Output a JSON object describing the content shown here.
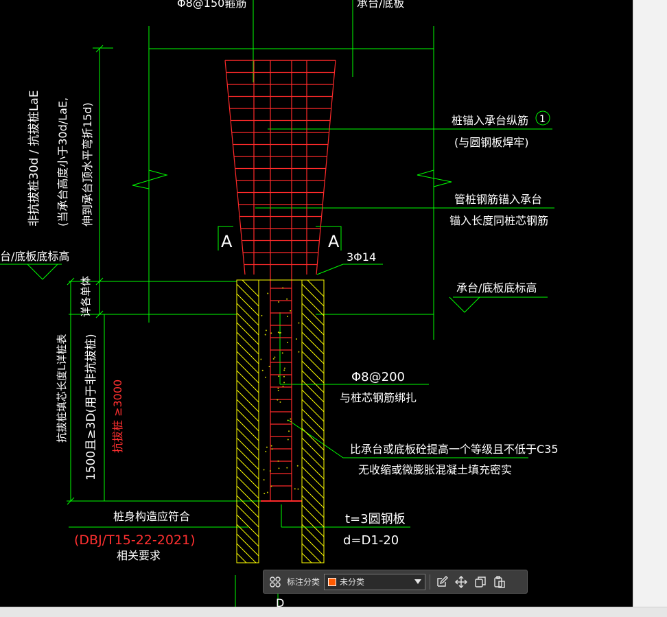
{
  "drawing": {
    "colors": {
      "background": "#000000",
      "dimension": "#00ff00",
      "annotation": "#ffffff",
      "rebar": "#ff2020",
      "concrete": "#ffff00",
      "note_red": "#ff3030"
    },
    "texts": {
      "top_left_partial": "Φ8@150箍筋",
      "top_right_partial": "承台/底板",
      "anchor_note_1": "桩锚入承台纵筋",
      "anchor_note_1b": "(与圆钢板焊牢)",
      "circle_num": "1",
      "anchor_note_2": "管桩钢筋锚入承台",
      "anchor_note_2b": "锚入长度同桩芯钢筋",
      "section_left": "A",
      "section_right": "A",
      "bars_3phi14": "3Φ14",
      "left_elev": "台/底板底标高",
      "right_elev": "承台/底板底标高",
      "vert_dim_1a": "非抗拔桩30d / 抗拔桩LaE",
      "vert_dim_1b": "(当承台高度小于30d/LaE,",
      "vert_dim_1c": "伸到承台顶水平弯折15d)",
      "vert_dim_2": "详各单体",
      "vert_dim_3": "1500且≥3D(用于非抗拔桩)",
      "vert_dim_3b": "抗拔桩填芯长度L详桩表",
      "vert_dim_red": "抗拔桩 ≥3000",
      "stirrup_note": "Φ8@200",
      "stirrup_note_b": "与桩芯钢筋绑扎",
      "fill_note": "比承台或底板砼提高一个等级且不低于C35",
      "fill_note_b": "无收缩或微膨胀混凝土填充密实",
      "plate_note": "t=3圆钢板",
      "plate_note_b": "d=D1-20",
      "body_note": "桩身构造应符合",
      "body_note_red": "(DBJ/T15-22-2021)",
      "body_note_b": "相关要求",
      "bottom_partial": "D"
    }
  },
  "toolbar": {
    "label": "标注分类",
    "selected": "未分类",
    "swatch_color": "#ff5a00"
  }
}
